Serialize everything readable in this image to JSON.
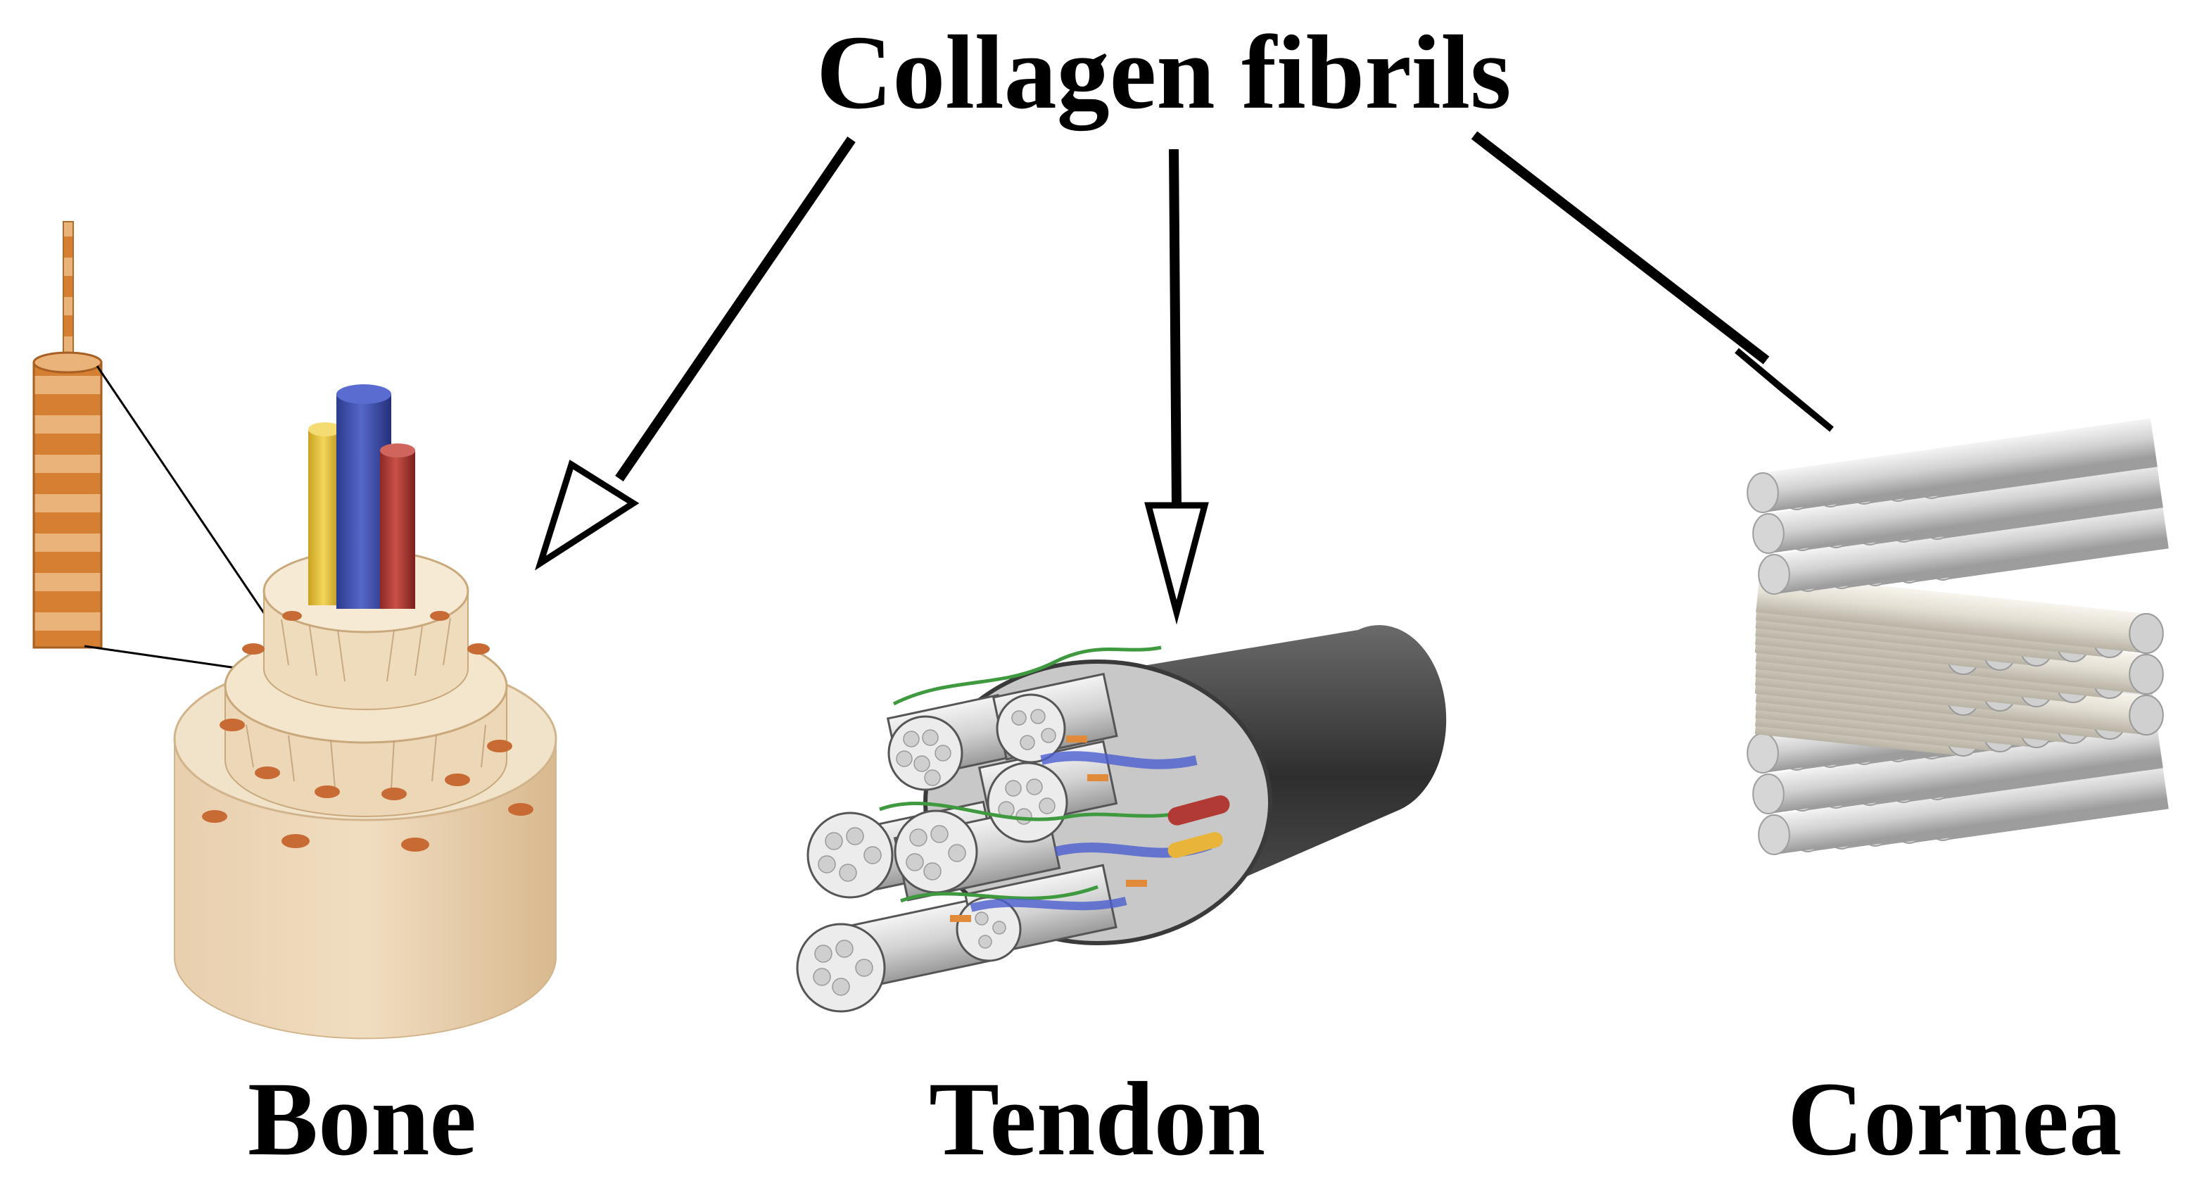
{
  "title": "Collagen fibrils",
  "panels": [
    {
      "label": "Bone"
    },
    {
      "label": "Tendon"
    },
    {
      "label": "Cornea"
    }
  ],
  "colors": {
    "bone_outer": "#e6cba8",
    "bone_top": "#f1e0c4",
    "osteocyte": "#c86a34",
    "fibril_orange": "#d9883e",
    "vessel_blue": "#3a4faa",
    "vessel_yellow": "#e9c33a",
    "vessel_red": "#b23a34",
    "tendon_sheath": "#4a4a4a",
    "tendon_fascicle": "#d9d9d9",
    "tendon_blue": "#4b5fd0",
    "tendon_green": "#3f9a3f",
    "cornea_fibril": "#d4d4d4",
    "arrow": "#000000"
  }
}
